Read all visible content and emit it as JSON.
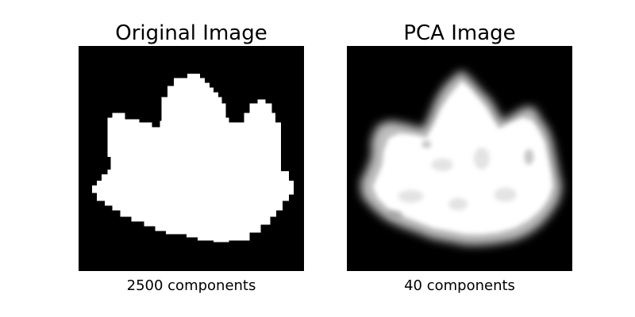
{
  "panels": [
    {
      "title": "Original Image",
      "caption": "2500 components"
    },
    {
      "title": "PCA Image",
      "caption": "40 components"
    }
  ],
  "colors": {
    "background": "#000000",
    "leaf": "#ffffff",
    "text": "#000000"
  }
}
